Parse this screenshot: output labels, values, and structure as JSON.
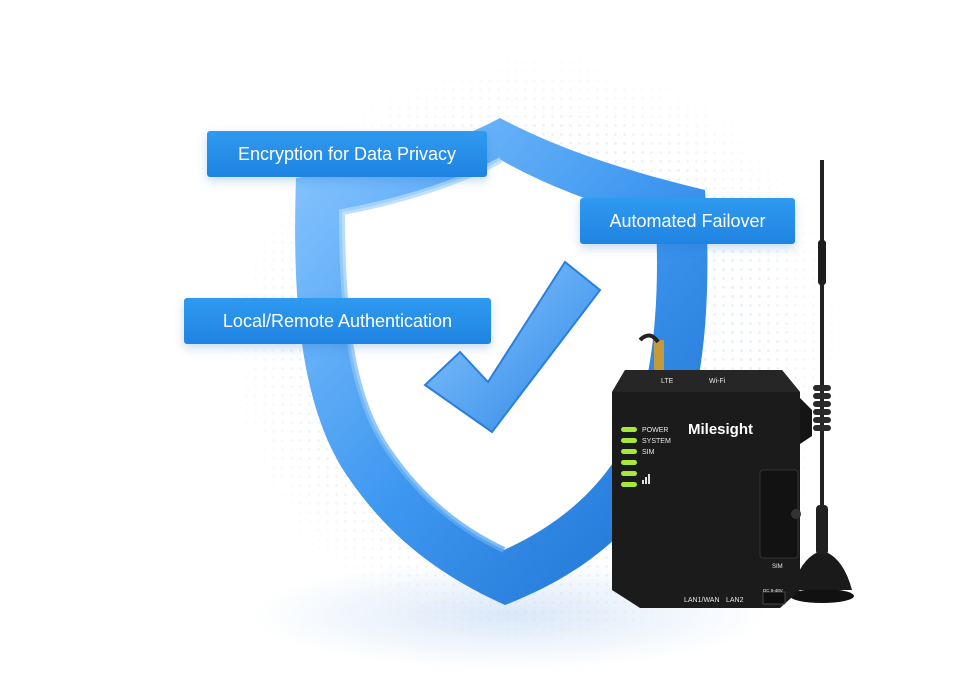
{
  "features": [
    {
      "label": "Encryption for Data Privacy"
    },
    {
      "label": "Automated Failover"
    },
    {
      "label": "Local/Remote Authentication"
    }
  ],
  "device": {
    "brand": "Milesight",
    "top_ports": [
      "LTE",
      "Wi-Fi"
    ],
    "led_labels": [
      "POWER",
      "SYSTEM",
      "SIM"
    ],
    "side_port": "SIM",
    "bottom_ports": [
      "LAN1/WAN",
      "LAN2"
    ],
    "power_label": "DC 9-48V"
  },
  "colors": {
    "label_bg": "#1f83e2",
    "shield_blue": "#4aa3f5",
    "led_green": "#a6e83a",
    "device_body": "#1b1b1b"
  }
}
